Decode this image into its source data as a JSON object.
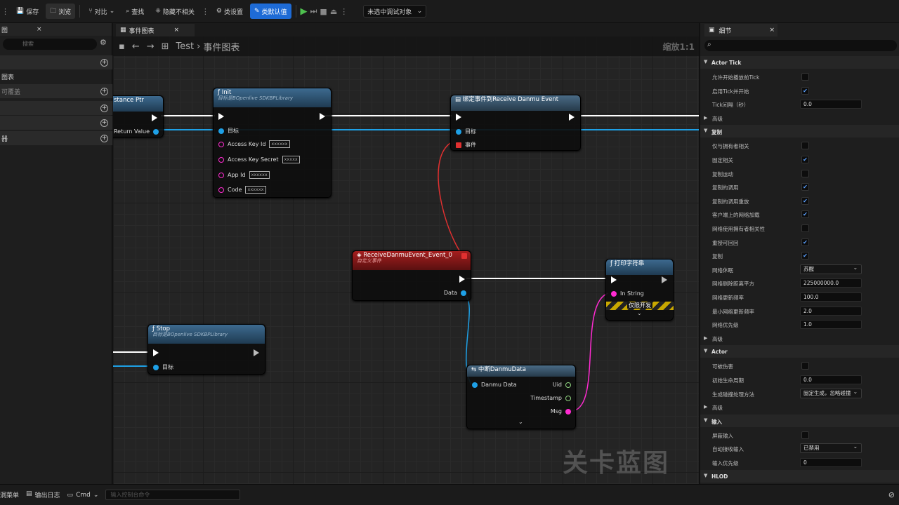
{
  "toolbar": {
    "save": "保存",
    "browse": "浏览",
    "diff": "对比",
    "find": "查找",
    "hide_unrelated": "隐藏不相关",
    "class_settings": "类设置",
    "class_defaults": "类默认值",
    "debug_object": "未选中调试对象"
  },
  "left_panel": {
    "tab": "图",
    "search_placeholder": "搜索",
    "graphs_label": "图表",
    "rows": [
      "可覆盖",
      "",
      "",
      "器"
    ]
  },
  "graph": {
    "tab": "事件图表",
    "breadcrumb_root": "Test",
    "breadcrumb_current": "事件图表",
    "zoom": "缩放1:1",
    "watermark": "关卡蓝图",
    "nodes": {
      "instance": {
        "title": "stance Ptr",
        "pin_return": "Return Value"
      },
      "init": {
        "title": "Init",
        "subtitle": "目标是BOpenlive SDKBPLibrary",
        "target": "目标",
        "p1": "Access Key Id",
        "p1_val": "xxxxxx",
        "p2": "Access Key Secret",
        "p2_val": "xxxxx",
        "p3": "App Id",
        "p3_val": "xxxxxx",
        "p4": "Code",
        "p4_val": "xxxxxx"
      },
      "bind": {
        "title": "绑定事件到Receive Danmu Event",
        "target": "目标",
        "event": "事件"
      },
      "receive": {
        "title": "ReceiveDanmuEvent_Event_0",
        "subtitle": "自定义事件",
        "data": "Data"
      },
      "print": {
        "title": "打印字符串",
        "in_string": "In String",
        "dev_only": "仅限开发"
      },
      "stop": {
        "title": "Stop",
        "subtitle": "目标是BOpenlive SDKBPLibrary",
        "target": "目标"
      },
      "break": {
        "title": "中断DanmuData",
        "danmu_data": "Danmu Data",
        "uid": "Uid",
        "timestamp": "Timestamp",
        "msg": "Msg"
      }
    }
  },
  "details": {
    "tab": "细节",
    "rows": [
      {
        "type": "cat",
        "label": "Actor Tick"
      },
      {
        "type": "check",
        "label": "允许开始播放前Tick",
        "checked": false
      },
      {
        "type": "check",
        "label": "启用Tick并开始",
        "checked": true
      },
      {
        "type": "input",
        "label": "Tick间隔（秒）",
        "value": "0.0"
      },
      {
        "type": "sub",
        "label": "高级"
      },
      {
        "type": "cat",
        "label": "复制"
      },
      {
        "type": "check",
        "label": "仅与拥有者相关",
        "checked": false
      },
      {
        "type": "check",
        "label": "固定相关",
        "checked": true
      },
      {
        "type": "check",
        "label": "复制运动",
        "checked": false
      },
      {
        "type": "check",
        "label": "复制的调用",
        "checked": true
      },
      {
        "type": "check",
        "label": "复制的调用重放",
        "checked": true
      },
      {
        "type": "check",
        "label": "客户端上的网络加载",
        "checked": true
      },
      {
        "type": "check",
        "label": "网络使用拥有者相关性",
        "checked": false
      },
      {
        "type": "check",
        "label": "重授可回回",
        "checked": true
      },
      {
        "type": "check",
        "label": "复制",
        "checked": true
      },
      {
        "type": "select",
        "label": "网络休眠",
        "value": "苏醒"
      },
      {
        "type": "input",
        "label": "网络剔除距离平方",
        "value": "225000000.0"
      },
      {
        "type": "input",
        "label": "网络更新频率",
        "value": "100.0"
      },
      {
        "type": "input",
        "label": "最小网络更新频率",
        "value": "2.0"
      },
      {
        "type": "input",
        "label": "网络优先级",
        "value": "1.0"
      },
      {
        "type": "sub",
        "label": "高级"
      },
      {
        "type": "cat",
        "label": "Actor"
      },
      {
        "type": "check",
        "label": "可被伤害",
        "checked": false
      },
      {
        "type": "input",
        "label": "初始生命周期",
        "value": "0.0"
      },
      {
        "type": "select",
        "label": "生成碰撞处理方法",
        "value": "固定生成，忽略碰撞"
      },
      {
        "type": "sub",
        "label": "高级"
      },
      {
        "type": "cat",
        "label": "输入"
      },
      {
        "type": "check",
        "label": "屏蔽输入",
        "checked": false
      },
      {
        "type": "select",
        "label": "自动接收输入",
        "value": "已禁用"
      },
      {
        "type": "input",
        "label": "输入优先级",
        "value": "0"
      },
      {
        "type": "cat",
        "label": "HLOD"
      }
    ]
  },
  "bottom": {
    "content_drawer": "洞菜单",
    "output_log": "输出日志",
    "cmd": "Cmd",
    "cmd_placeholder": "输入控制台命令"
  }
}
